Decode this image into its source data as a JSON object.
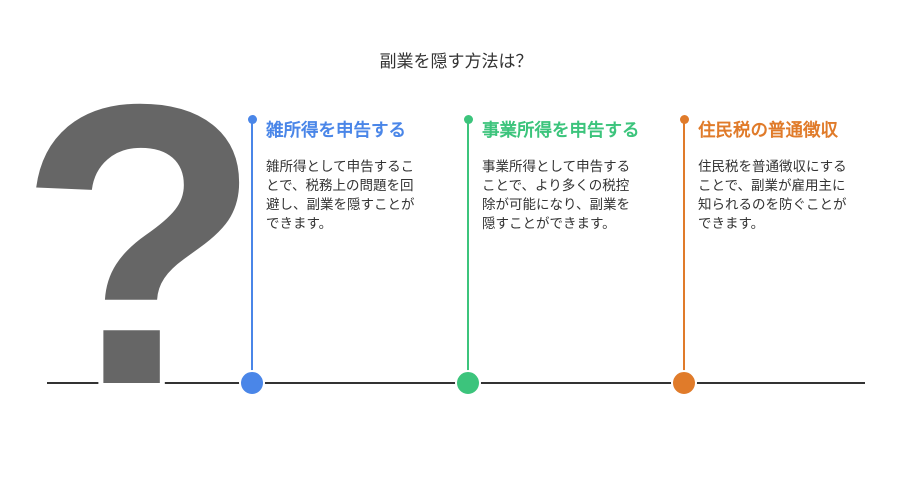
{
  "title": "副業を隠す方法は？",
  "question_mark": "?",
  "items": [
    {
      "heading": "雑所得を申告する",
      "body": "雑所得として申告することで、税務上の問題を回避し、副業を隠すことができます。",
      "color": "#4a86e8"
    },
    {
      "heading": "事業所得を申告する",
      "body": "事業所得として申告することで、より多くの税控除が可能になり、副業を隠すことができます。",
      "color": "#3cc47c"
    },
    {
      "heading": "住民税の普通徴収",
      "body": "住民税を普通徴収にすることで、副業が雇用主に知られるのを防ぐことができます。",
      "color": "#e07b2a"
    }
  ]
}
